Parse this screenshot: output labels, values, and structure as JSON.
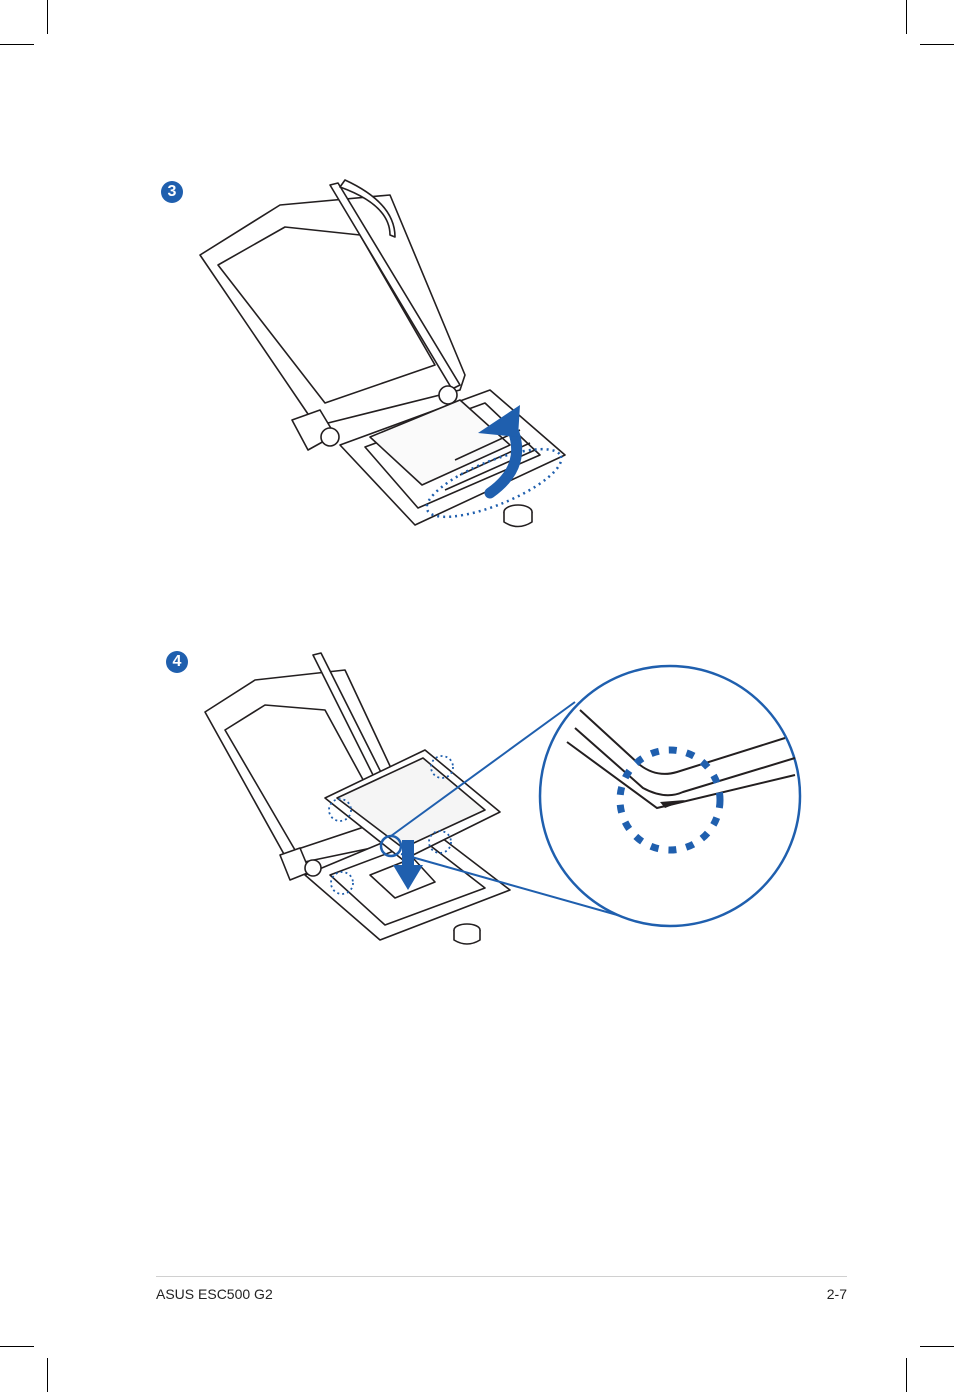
{
  "steps": [
    {
      "number": "3"
    },
    {
      "number": "4"
    }
  ],
  "footer": {
    "product": "ASUS ESC500 G2",
    "page": "2-7"
  },
  "colors": {
    "accent": "#1f5fae",
    "line": "#231f20"
  },
  "icons": {
    "step3": "cpu-socket-lever-lift-illustration",
    "step4": "cpu-install-alignment-illustration"
  }
}
